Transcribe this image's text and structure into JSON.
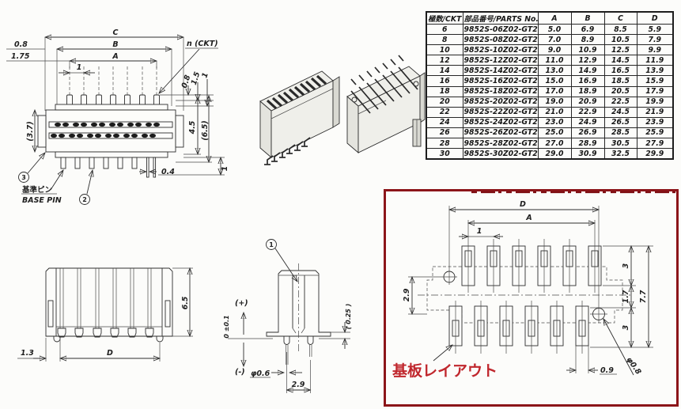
{
  "parts_table": {
    "headers": [
      "極数/CKT",
      "部品番号/PARTS No.",
      "A",
      "B",
      "C",
      "D"
    ],
    "rows": [
      [
        "6",
        "9852S-06Z02-GT2",
        "5.0",
        "6.9",
        "8.5",
        "5.9"
      ],
      [
        "8",
        "9852S-08Z02-GT2",
        "7.0",
        "8.9",
        "10.5",
        "7.9"
      ],
      [
        "10",
        "9852S-10Z02-GT2",
        "9.0",
        "10.9",
        "12.5",
        "9.9"
      ],
      [
        "12",
        "9852S-12Z02-GT2",
        "11.0",
        "12.9",
        "14.5",
        "11.9"
      ],
      [
        "14",
        "9852S-14Z02-GT2",
        "13.0",
        "14.9",
        "16.5",
        "13.9"
      ],
      [
        "16",
        "9852S-16Z02-GT2",
        "15.0",
        "16.9",
        "18.5",
        "15.9"
      ],
      [
        "18",
        "9852S-18Z02-GT2",
        "17.0",
        "18.9",
        "20.5",
        "17.9"
      ],
      [
        "20",
        "9852S-20Z02-GT2",
        "19.0",
        "20.9",
        "22.5",
        "19.9"
      ],
      [
        "22",
        "9852S-22Z02-GT2",
        "21.0",
        "22.9",
        "24.5",
        "21.9"
      ],
      [
        "24",
        "9852S-24Z02-GT2",
        "23.0",
        "24.9",
        "26.5",
        "23.9"
      ],
      [
        "26",
        "9852S-26Z02-GT2",
        "25.0",
        "26.9",
        "28.5",
        "25.9"
      ],
      [
        "28",
        "9852S-28Z02-GT2",
        "27.0",
        "28.9",
        "30.5",
        "27.9"
      ],
      [
        "30",
        "9852S-30Z02-GT2",
        "29.0",
        "30.9",
        "32.5",
        "29.9"
      ]
    ]
  },
  "front_view": {
    "dim_c": "C",
    "dim_b": "B",
    "dim_a": "A",
    "dim_pitch": "1",
    "dim_left_08": "0.8",
    "dim_left_175": "1.75",
    "n_ckt": "n (CKT)",
    "dim_right_08": "0.8",
    "dim_right_15": "1.5",
    "dim_right_1": "1",
    "dim_45": "4.5",
    "dim_65": "(6.5)",
    "dim_37": "(3.7)",
    "dim_bottom_1": "1",
    "dim_04": "0.4",
    "callout_2": "2",
    "callout_3": "3",
    "base_pin_jp": "基準ピン",
    "base_pin_en": "BASE PIN"
  },
  "bottom_front_view": {
    "dim_13": "1.3",
    "dim_d": "D",
    "dim_65": "6.5"
  },
  "side_view": {
    "callout_1": "1",
    "plus": "(+)",
    "minus": "(-)",
    "zero_tol": "0 ±0.1",
    "dim_025": "( 0.25 )",
    "dia_06": "φ0.6",
    "dim_29": "2.9"
  },
  "pcb_layout": {
    "title": "基板レイアウト",
    "dim_d": "D",
    "dim_a": "A",
    "dim_pitch": "1",
    "dim_29": "2.9",
    "dim_3_top": "3",
    "dim_17": "1.7",
    "dim_3_bottom": "3",
    "dim_77": "7.7",
    "dim_09": "0.9",
    "dia_08": "φ0.8"
  },
  "colors": {
    "ink": "#2e2e2e",
    "accent_red": "#c0272d",
    "box_red": "#8c1519"
  }
}
